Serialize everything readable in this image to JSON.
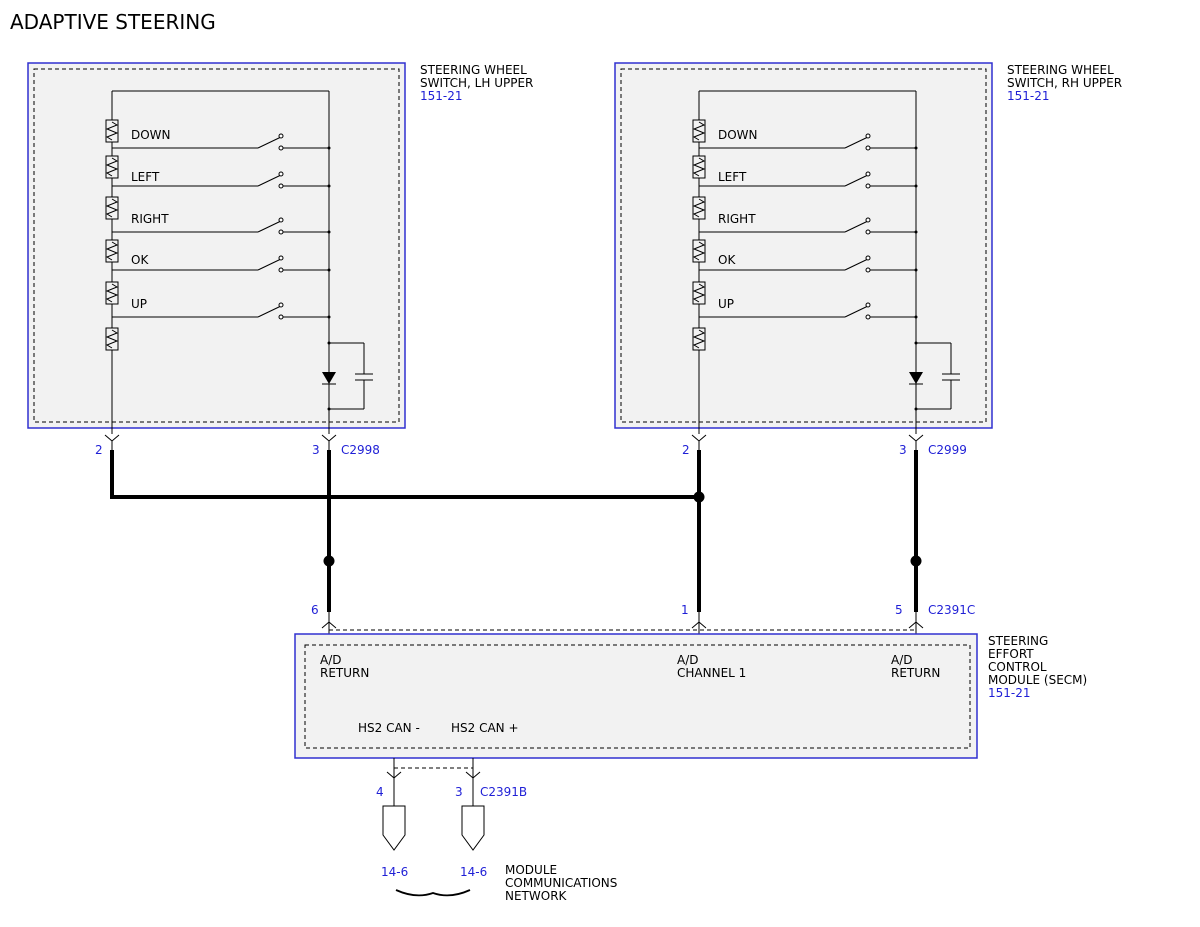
{
  "title": "ADAPTIVE STEERING",
  "lh_switch": {
    "name_line1": "STEERING WHEEL",
    "name_line2": "SWITCH, LH UPPER",
    "ref": "151-21",
    "buttons": [
      "DOWN",
      "LEFT",
      "RIGHT",
      "OK",
      "UP"
    ],
    "pin_left": "2",
    "pin_right": "3",
    "connector": "C2998"
  },
  "rh_switch": {
    "name_line1": "STEERING WHEEL",
    "name_line2": "SWITCH, RH UPPER",
    "ref": "151-21",
    "buttons": [
      "DOWN",
      "LEFT",
      "RIGHT",
      "OK",
      "UP"
    ],
    "pin_left": "2",
    "pin_right": "3",
    "connector": "C2999"
  },
  "secm": {
    "name_line1": "STEERING",
    "name_line2": "EFFORT",
    "name_line3": "CONTROL",
    "name_line4": "MODULE (SECM)",
    "ref": "151-21",
    "connector_top": "C2391C",
    "pin_6": "6",
    "pin_1": "1",
    "pin_5": "5",
    "label_ad_left_1": "A/D",
    "label_ad_left_2": "RETURN",
    "label_ad_mid_1": "A/D",
    "label_ad_mid_2": "CHANNEL 1",
    "label_ad_right_1": "A/D",
    "label_ad_right_2": "RETURN",
    "can_minus": "HS2 CAN -",
    "can_plus": "HS2 CAN +",
    "connector_bottom": "C2391B",
    "pin_4": "4",
    "pin_3": "3"
  },
  "network": {
    "ref_left": "14-6",
    "ref_right": "14-6",
    "label_line1": "MODULE",
    "label_line2": "COMMUNICATIONS",
    "label_line3": "NETWORK"
  }
}
